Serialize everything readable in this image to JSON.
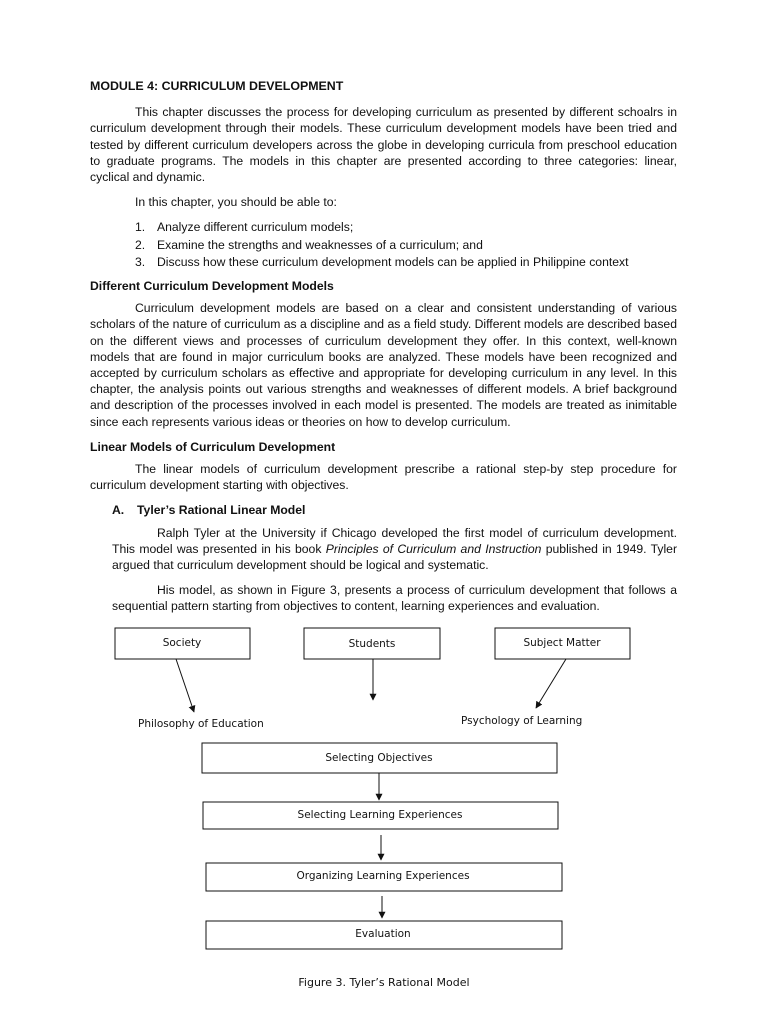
{
  "module_title": "MODULE 4: CURRICULUM DEVELOPMENT",
  "intro_paragraph": "This chapter discusses the process for developing curriculum as presented by different schoalrs in curriculum development through their models. These curriculum development models have been tried and tested by different curriculum developers across the globe in developing curricula from preschool education to graduate programs. The models in this chapter are presented according to three categories: linear, cyclical and dynamic.",
  "objectives_intro": "In this chapter, you should be able to:",
  "objectives": [
    {
      "num": "1.",
      "text": "Analyze different curriculum models;"
    },
    {
      "num": "2.",
      "text": "Examine the strengths and weaknesses of a curriculum; and"
    },
    {
      "num": "3.",
      "text": "Discuss how these curriculum development models can be applied in Philippine context"
    }
  ],
  "section1": {
    "heading": "Different Curriculum Development Models",
    "paragraph": "Curriculum development models are based on a clear and consistent understanding of various scholars of the nature of curriculum as a discipline and as a field study. Different models are described based on the different views and processes of curriculum development they offer. In this context, well-known models that are found in major curriculum books are analyzed. These models have been recognized and accepted by curriculum scholars as effective and appropriate for developing curriculum in any level. In this chapter, the analysis points out various strengths and weaknesses of different models. A brief background and description of the processes involved in each model is presented. The models are treated as inimitable since each represents various ideas or theories on how to develop curriculum."
  },
  "section2": {
    "heading": "Linear Models of Curriculum Development",
    "paragraph": "The linear models of curriculum development prescribe a rational step-by step procedure for curriculum development starting with objectives."
  },
  "subsection_a": {
    "letter": "A.",
    "heading": "Tyler’s Rational Linear Model",
    "p1_before": "Ralph Tyler at the University if Chicago developed the first model of curriculum development. This model was presented in his book ",
    "p1_book": "Principles of Curriculum and Instruction",
    "p1_after": " published in 1949. Tyler argued that curriculum development should be logical and systematic.",
    "p2": "His model, as shown in Figure 3, presents a process of curriculum development that follows a sequential pattern starting from objectives to content, learning experiences and evaluation."
  },
  "figure": {
    "sources": [
      "Society",
      "Students",
      "Subject Matter"
    ],
    "filters": [
      "Philosophy of Education",
      "Psychology of Learning"
    ],
    "steps": [
      "Selecting Objectives",
      "Selecting Learning Experiences",
      "Organizing Learning Experiences",
      "Evaluation"
    ],
    "caption": "Figure 3. Tyler’s Rational Model"
  }
}
